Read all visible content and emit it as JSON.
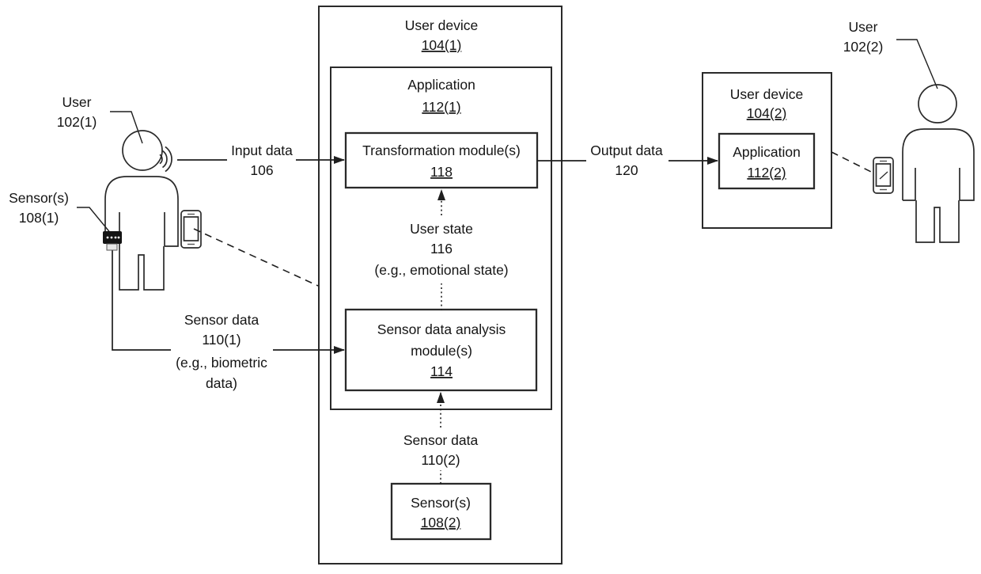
{
  "figure": {
    "colors": {
      "ink": "#1f1f1f",
      "text": "#141414",
      "background": "#ffffff"
    },
    "boxes": {
      "user_device_1": {
        "title": "User device",
        "ref": "104(1)"
      },
      "application_1": {
        "title": "Application",
        "ref": "112(1)"
      },
      "transformation_module": {
        "title": "Transformation module(s)",
        "ref": "118"
      },
      "sensor_analysis_module": {
        "title_line1": "Sensor data analysis",
        "title_line2": "module(s)",
        "ref": "114"
      },
      "sensor_2": {
        "title": "Sensor(s)",
        "ref": "108(2)"
      },
      "user_device_2": {
        "title": "User device",
        "ref": "104(2)"
      },
      "application_2": {
        "title": "Application",
        "ref": "112(2)"
      }
    },
    "labels": {
      "user_1": {
        "line1": "User",
        "line2": "102(1)"
      },
      "sensor_1": {
        "line1": "Sensor(s)",
        "line2": "108(1)"
      },
      "input_data": {
        "line1": "Input data",
        "line2": "106"
      },
      "sensor_data_1": {
        "line1": "Sensor data",
        "line2": "110(1)",
        "line3": "(e.g., biometric",
        "line4": "data)"
      },
      "user_state": {
        "line1": "User state",
        "line2": "116",
        "line3": "(e.g., emotional state)"
      },
      "sensor_data_2": {
        "line1": "Sensor data",
        "line2": "110(2)"
      },
      "output_data": {
        "line1": "Output data",
        "line2": "120"
      },
      "user_2": {
        "line1": "User",
        "line2": "102(2)"
      }
    }
  }
}
